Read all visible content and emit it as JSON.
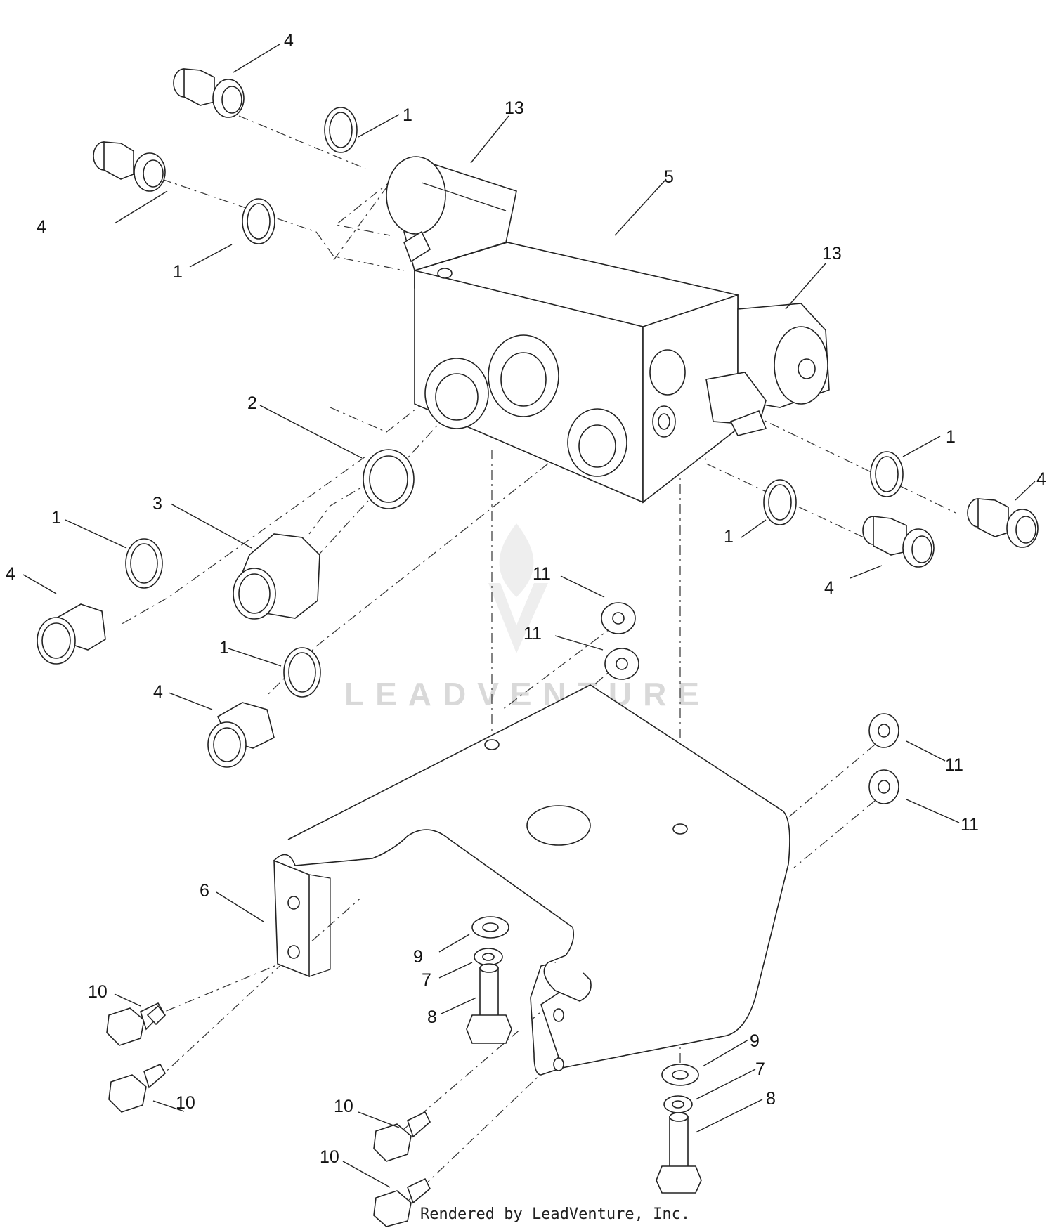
{
  "watermark": {
    "text": "LEADVENTURE"
  },
  "credit": {
    "text": "Rendered by LeadVenture, Inc."
  },
  "callouts": {
    "c1": "4",
    "c2": "1",
    "c3": "13",
    "c4": "4",
    "c5": "5",
    "c6": "1",
    "c7": "13",
    "c8": "2",
    "c9": "1",
    "c10": "3",
    "c11": "1",
    "c12": "4",
    "c13": "4",
    "c14": "1",
    "c15": "4",
    "c16": "11",
    "c17": "11",
    "c18": "1",
    "c19": "4",
    "c20": "11",
    "c21": "11",
    "c22": "6",
    "c23": "9",
    "c24": "7",
    "c25": "8",
    "c26": "10",
    "c27": "10",
    "c28": "9",
    "c29": "7",
    "c30": "8",
    "c31": "10",
    "c32": "10"
  }
}
